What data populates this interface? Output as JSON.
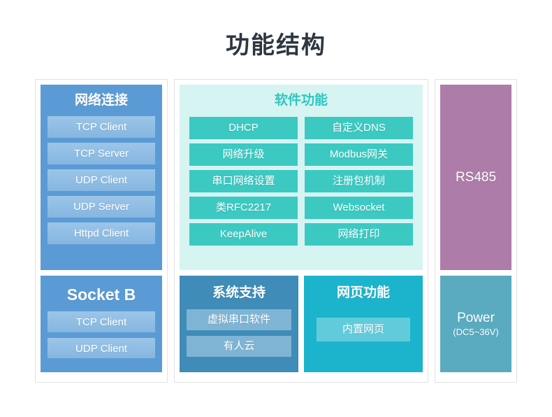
{
  "title": "功能结构",
  "colors": {
    "title_text": "#2e3640",
    "network_panel": "#5b9bd5",
    "network_item": "#8fbde6",
    "software_panel": "#d6f4f2",
    "software_title": "#2fc6c0",
    "software_item": "#3bc9c2",
    "system_panel": "#3f8cb8",
    "system_item": "#7fb4d4",
    "web_panel": "#1cb4cd",
    "web_item": "#62cbdb",
    "rs485_block": "#ae7ca9",
    "power_block": "#5aabc0",
    "frame_border": "#e2e2e2"
  },
  "network": {
    "title": "网络连接",
    "items": [
      {
        "label": "TCP Client"
      },
      {
        "label": "TCP Server"
      },
      {
        "label": "UDP Client"
      },
      {
        "label": "UDP Server"
      },
      {
        "label": "Httpd Client"
      }
    ]
  },
  "socket_b": {
    "title": "Socket B",
    "items": [
      {
        "label": "TCP Client"
      },
      {
        "label": "UDP Client"
      }
    ]
  },
  "software": {
    "title": "软件功能",
    "items": [
      {
        "label": "DHCP"
      },
      {
        "label": "自定义DNS"
      },
      {
        "label": "网络升级"
      },
      {
        "label": "Modbus网关"
      },
      {
        "label": "串口网络设置"
      },
      {
        "label": "注册包机制"
      },
      {
        "label": "类RFC2217"
      },
      {
        "label": "Websocket"
      },
      {
        "label": "KeepAlive"
      },
      {
        "label": "网络打印"
      }
    ]
  },
  "system_support": {
    "title": "系统支持",
    "items": [
      {
        "label": "虚拟串口软件"
      },
      {
        "label": "有人云"
      }
    ]
  },
  "web_function": {
    "title": "网页功能",
    "items": [
      {
        "label": "内置网页"
      }
    ]
  },
  "rs485": {
    "label": "RS485"
  },
  "power": {
    "label": "Power",
    "sublabel": "(DC5~36V)"
  }
}
